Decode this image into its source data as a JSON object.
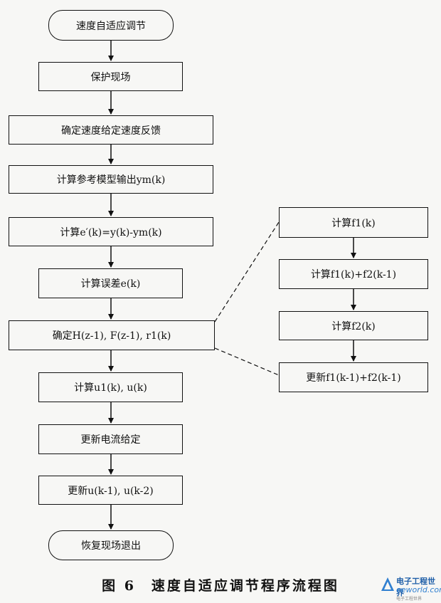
{
  "main_flow": {
    "start": "速度自适应调节",
    "protect": "保护现场",
    "set_speed": "确定速度给定速度反馈",
    "ref_model_output": "计算参考模型输出ym(k)",
    "error_e_prime": "计算e′(k)=y(k)-ym(k)",
    "error_e": "计算误差e(k)",
    "determine_params": "确定H(z-1), F(z-1), r1(k)",
    "compute_u": "计算u1(k), u(k)",
    "update_current": "更新电流给定",
    "update_u": "更新u(k-1), u(k-2)",
    "end": "恢复现场退出"
  },
  "sub_flow": {
    "compute_f1": "计算f1(k)",
    "compute_sum": "计算f1(k)+f2(k-1)",
    "compute_f2": "计算f2(k)",
    "update_f": "更新f1(k-1)+f2(k-1)"
  },
  "caption": "图 6　速度自适应调节程序流程图",
  "logo": {
    "line1": "电子工程世界",
    "line2": "eeworld.com.cn",
    "line3": "电子工程世界"
  }
}
